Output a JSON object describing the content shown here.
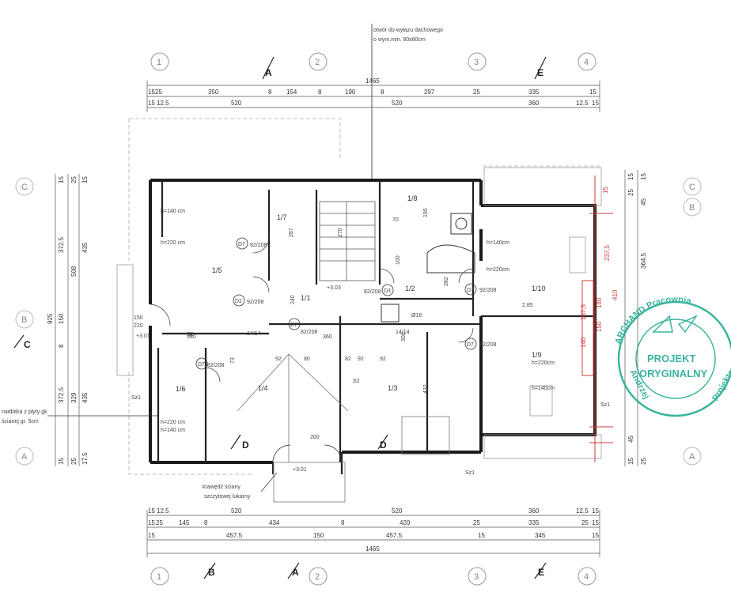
{
  "roof_note": {
    "line1": "otwór do wyłazu dachowego",
    "line2": "o wym.min. 80x80cm"
  },
  "axes": {
    "top": [
      "1",
      "2",
      "3",
      "4"
    ],
    "bottom": [
      "1",
      "2",
      "3",
      "4"
    ],
    "left": [
      "C",
      "B",
      "A"
    ],
    "right": [
      "C",
      "B",
      "A"
    ]
  },
  "section_marks": {
    "top": [
      "A",
      "E"
    ],
    "bottom": [
      "B",
      "A",
      "E"
    ],
    "left": "C",
    "inner": [
      "D",
      "D"
    ]
  },
  "dims_top": {
    "overall": "1465",
    "row1": [
      "15",
      "25",
      "350",
      "8",
      "154",
      "8",
      "190",
      "8",
      "297",
      "25",
      "335",
      "15"
    ],
    "row2": [
      "15",
      "12.5",
      "520",
      "520",
      "360",
      "12.5",
      "15"
    ]
  },
  "dims_bottom": {
    "row1": [
      "15",
      "12.5",
      "520",
      "520",
      "360",
      "12.5",
      "15"
    ],
    "row2": [
      "15",
      "25",
      "145",
      "8",
      "434",
      "8",
      "420",
      "25",
      "335",
      "25",
      "15"
    ],
    "row3": [
      "15",
      "457.5",
      "150",
      "457.5",
      "15",
      "345",
      "15"
    ],
    "overall": "1465"
  },
  "dims_left": [
    "15",
    "25",
    "15",
    "372.5",
    "508",
    "435",
    "925",
    "150",
    "8",
    "372.5",
    "329",
    "435",
    "15",
    "25",
    "17.5"
  ],
  "dims_right": [
    "15",
    "25",
    "15",
    "364.5",
    "45",
    "15",
    "25",
    "45"
  ],
  "rooms": {
    "r15": "1/5",
    "r17": "1/7",
    "r18": "1/8",
    "r11": "1/1",
    "r12": "1/2",
    "r110": "1/10",
    "r16": "1/6",
    "r14": "1/4",
    "r13": "1/3",
    "r19": "1/9"
  },
  "heights": {
    "h140_a": "h=140 cm",
    "h220_a": "h=220 cm",
    "h140_b": "h=140cm",
    "h220_b": "h=220cm",
    "h220_c": "h=220cm",
    "h140_c": "h=140cm",
    "h220_d": "h=220 cm",
    "h140_d": "h=140 cm"
  },
  "labels": {
    "sz1_a": "Sz1",
    "sz1_b": "Sz1",
    "sz1_c": "Sz1",
    "s2_a": "S2",
    "s2_b": "S2",
    "ch1": "14/14",
    "ch2": "14/14",
    "o16": "Ø16",
    "lvl1": "+3.01",
    "lvl2": "+3.01",
    "lvl3": "+3.03",
    "lvl4": "2.85",
    "w150": "150",
    "w220": "220",
    "d200": "200",
    "d380": "380",
    "d360": "360",
    "d92a": "92",
    "d80": "80",
    "d92b": "92",
    "d82": "82",
    "d92c": "92",
    "d432": "432",
    "d300": "300",
    "d270": "270",
    "d70": "70",
    "d195": "195",
    "d100": "100",
    "d282": "282",
    "d287": "287",
    "d240": "240",
    "d73": "73"
  },
  "door_tags": {
    "d1": "D7",
    "d2": "D2",
    "d3": "D3",
    "d4": "D7",
    "d5": "D7",
    "d6": "D7",
    "d7": "D7"
  },
  "door_sizes": {
    "s1": "82/208",
    "s2": "92/208",
    "s3": "82/208",
    "s4": "92/208",
    "s5": "82/208",
    "s6": "82/208",
    "s7": "82/208"
  },
  "notes": {
    "left1": "nadbitka z płyty gk",
    "left2": "ścianej gr. 5cm",
    "bottom1": "krawędź ściany",
    "bottom2": "szczytowej lukarny"
  },
  "stamp": {
    "ring_top": "ARCHAND  Pracownia",
    "ring_right": "Projektowa",
    "ring_left": "Andrzej",
    "line1": "PROJEKT",
    "line2": "ORYGINALNY"
  },
  "red_marks": {
    "m1": "237,5",
    "m2": "137,5",
    "m3": "140",
    "m4": "150",
    "m5": "180",
    "m6": "410",
    "m7": "15"
  },
  "colors": {
    "wall": "#1a1a1a",
    "dim_line": "#555555",
    "stamp": "#1aa88e",
    "red_pen": "#d23a3a"
  }
}
